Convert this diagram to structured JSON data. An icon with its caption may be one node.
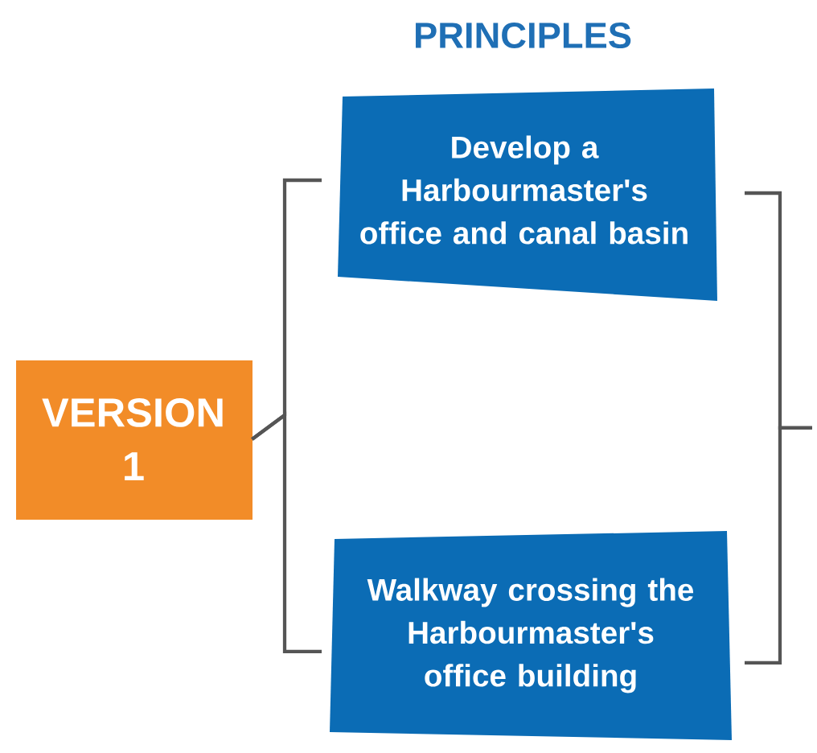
{
  "diagram": {
    "title": "PRINCIPLES",
    "nodes": [
      {
        "text": [
          "VERSION 1"
        ]
      },
      {
        "text": [
          "Develop a Harbourmaster's office and canal basin"
        ]
      },
      {
        "text": [
          "Walkway crossing the Harbourmaster's office building"
        ]
      }
    ],
    "edges": [
      {
        "from": 0,
        "to": 1,
        "arrow": "none"
      },
      {
        "from": 0,
        "to": 2,
        "arrow": "none"
      },
      {
        "from": 1,
        "to": null,
        "arrow": "none"
      },
      {
        "from": 2,
        "to": null,
        "arrow": "none"
      }
    ]
  }
}
